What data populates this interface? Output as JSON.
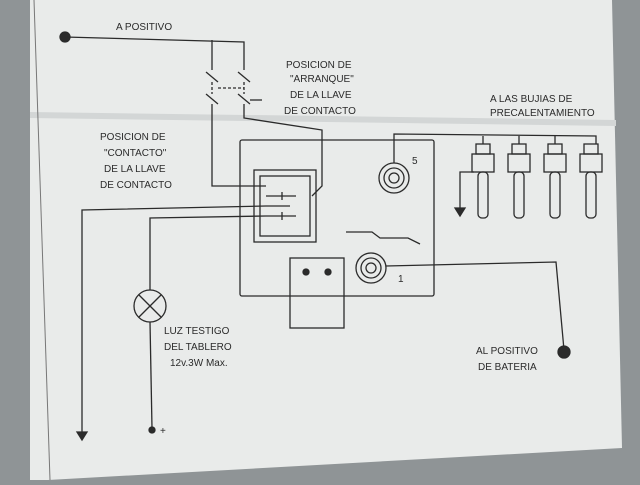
{
  "labels": {
    "a_positivo": "A POSITIVO",
    "arranque_line1": "POSICION DE",
    "arranque_line2": "\"ARRANQUE\"",
    "arranque_line3": "DE LA LLAVE",
    "arranque_line4": "DE CONTACTO",
    "contacto_line1": "POSICION DE",
    "contacto_line2": "\"CONTACTO\"",
    "contacto_line3": "DE LA LLAVE",
    "contacto_line4": "DE CONTACTO",
    "bujias_line1": "A LAS BUJIAS DE",
    "bujias_line2": "PRECALENTAMIENTO",
    "luz_line1": "LUZ TESTIGO",
    "luz_line2": "DEL TABLERO",
    "luz_line3": "12v.3W Max.",
    "bateria_line1": "AL POSITIVO",
    "bateria_line2": "DE BATERIA",
    "terminal_5": "5",
    "terminal_1": "1",
    "plus_sign": "+"
  },
  "colors": {
    "paper": "#e9ebea",
    "paper_shadow": "#c8cccd",
    "ink": "#2b2b2b",
    "background": "#8f9496"
  }
}
